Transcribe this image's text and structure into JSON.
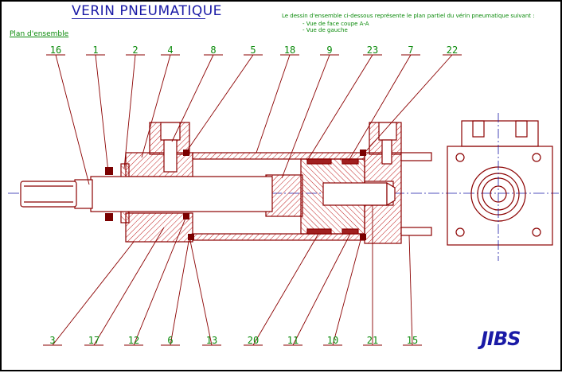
{
  "drawing": {
    "title": "VERIN PNEUMATIQUE",
    "subtitle": "Plan d'ensemble",
    "notes": [
      "Le dessin d'ensemble ci-dessous représente le plan partiel du vérin pneumatique suivant :",
      "- Vue de face coupe A-A",
      "- Vue de gauche"
    ],
    "top_labels": [
      "16",
      "1",
      "2",
      "4",
      "8",
      "5",
      "18",
      "9",
      "23",
      "7",
      "22"
    ],
    "bottom_labels": [
      "3",
      "17",
      "12",
      "6",
      "13",
      "20",
      "11",
      "10",
      "21",
      "15"
    ],
    "logo": "JIBS"
  },
  "colors": {
    "outline": "#8b0000",
    "hatch": "#c02020",
    "centerline": "#1a1aa6",
    "leader": "#8b0000",
    "label": "#0a8a0a",
    "title": "#1a1aa6"
  }
}
